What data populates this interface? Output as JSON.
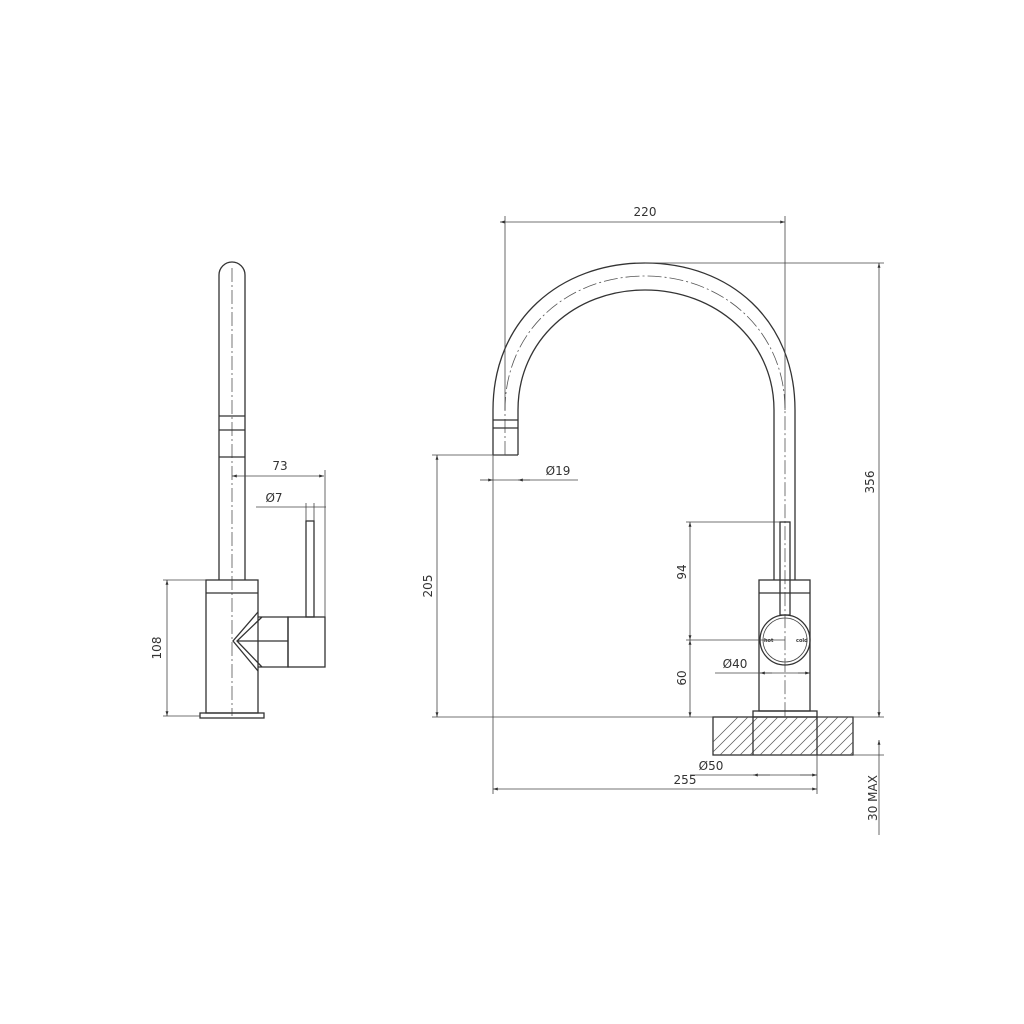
{
  "drawing": {
    "side_view": {
      "dimensions": {
        "handle_reach": "73",
        "lever_diameter": "Ø7",
        "body_height": "108"
      }
    },
    "front_view": {
      "dimensions": {
        "spout_width": "220",
        "overall_height": "356",
        "spout_outlet_height": "205",
        "spout_diameter": "Ø19",
        "lever_height": "94",
        "handle_height": "60",
        "handle_diameter": "Ø40",
        "base_diameter": "Ø50",
        "overall_reach": "255",
        "max_bench_thickness": "30 MAX"
      },
      "handle_labels": {
        "hot": "hot",
        "cold": "cold"
      }
    }
  }
}
